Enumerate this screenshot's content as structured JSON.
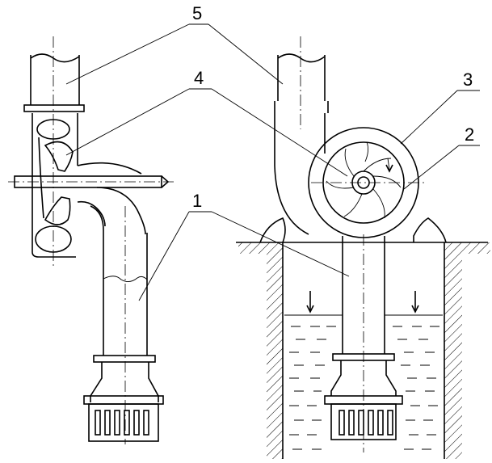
{
  "callouts": [
    "1",
    "2",
    "3",
    "4",
    "5"
  ],
  "colors": {
    "line": "#000000",
    "background": "#ffffff"
  }
}
